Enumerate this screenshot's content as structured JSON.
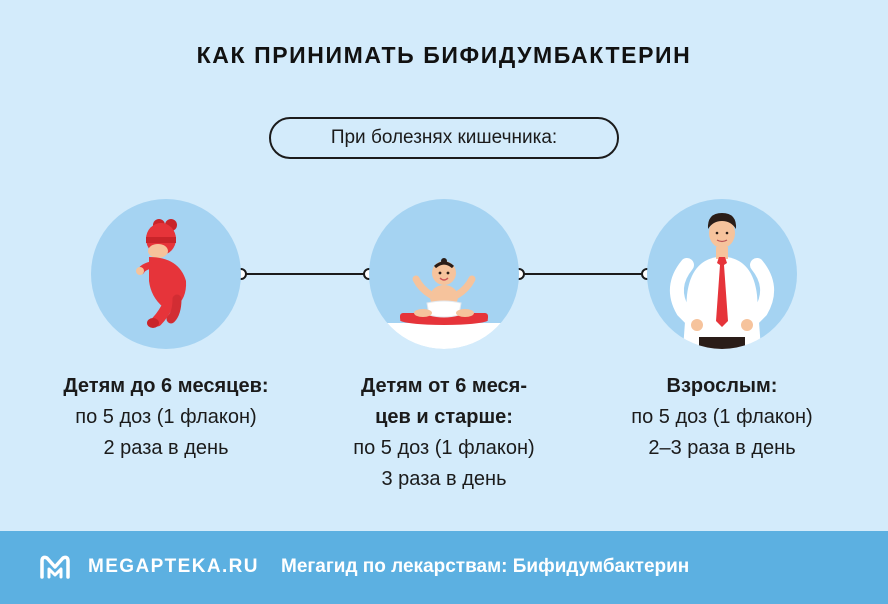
{
  "title": "КАК ПРИНИМАТЬ БИФИДУМБАКТЕРИН",
  "subtitle": "При болезнях кишечника:",
  "groups": [
    {
      "icon": "infant-icon",
      "heading_lines": [
        "Детям до 6 месяцев:"
      ],
      "dose": "по 5 доз (1 флакон)",
      "frequency": "2 раза в день"
    },
    {
      "icon": "sitting-baby-icon",
      "heading_lines": [
        "Детям от 6 меся-",
        "цев и старше:"
      ],
      "dose": "по 5 доз (1 флакон)",
      "frequency": "3 раза в день"
    },
    {
      "icon": "adult-man-icon",
      "heading_lines": [
        "Взрослым:"
      ],
      "dose": "по 5 доз (1 флакон)",
      "frequency": "2–3 раза в день"
    }
  ],
  "footer": {
    "brand": "MEGAPTEKA.RU",
    "tagline": "Мегагид по лекарствам: Бифидумбактерин"
  },
  "colors": {
    "background": "#d3ebfb",
    "circle": "#a5d3f2",
    "footer": "#5cb0e1",
    "accent_red": "#e6343a"
  }
}
